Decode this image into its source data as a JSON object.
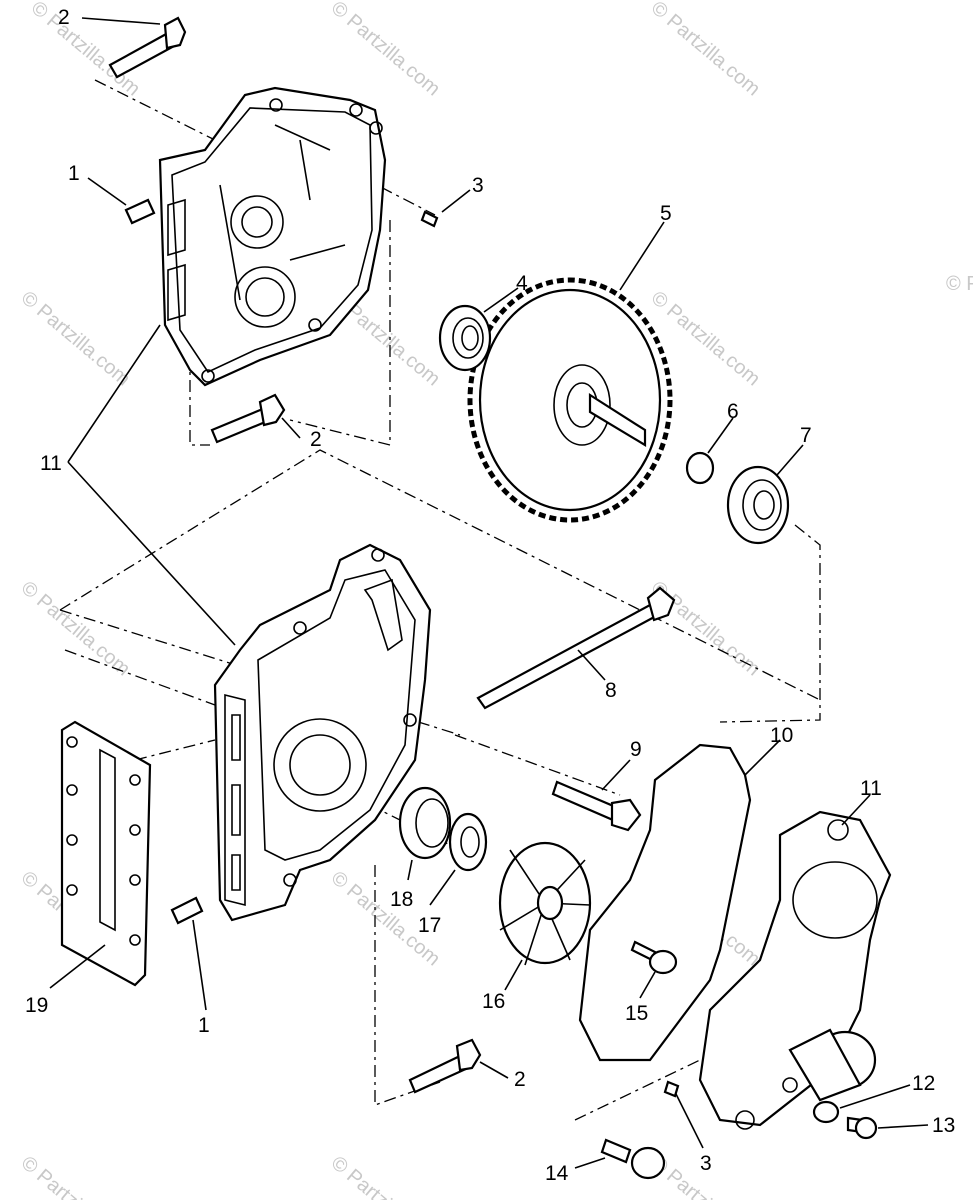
{
  "watermark": "© Partzilla.com",
  "callouts": [
    {
      "id": "c2a",
      "text": "2"
    },
    {
      "id": "c1a",
      "text": "1"
    },
    {
      "id": "c3a",
      "text": "3"
    },
    {
      "id": "c5",
      "text": "5"
    },
    {
      "id": "c4",
      "text": "4"
    },
    {
      "id": "c6",
      "text": "6"
    },
    {
      "id": "c7",
      "text": "7"
    },
    {
      "id": "c2b",
      "text": "2"
    },
    {
      "id": "c11a",
      "text": "11"
    },
    {
      "id": "c8",
      "text": "8"
    },
    {
      "id": "c9",
      "text": "9"
    },
    {
      "id": "c10",
      "text": "10"
    },
    {
      "id": "c11b",
      "text": "11"
    },
    {
      "id": "c18",
      "text": "18"
    },
    {
      "id": "c17",
      "text": "17"
    },
    {
      "id": "c16",
      "text": "16"
    },
    {
      "id": "c15",
      "text": "15"
    },
    {
      "id": "c19",
      "text": "19"
    },
    {
      "id": "c1b",
      "text": "1"
    },
    {
      "id": "c2c",
      "text": "2"
    },
    {
      "id": "c12",
      "text": "12"
    },
    {
      "id": "c13",
      "text": "13"
    },
    {
      "id": "c3b",
      "text": "3"
    },
    {
      "id": "c14",
      "text": "14"
    }
  ]
}
